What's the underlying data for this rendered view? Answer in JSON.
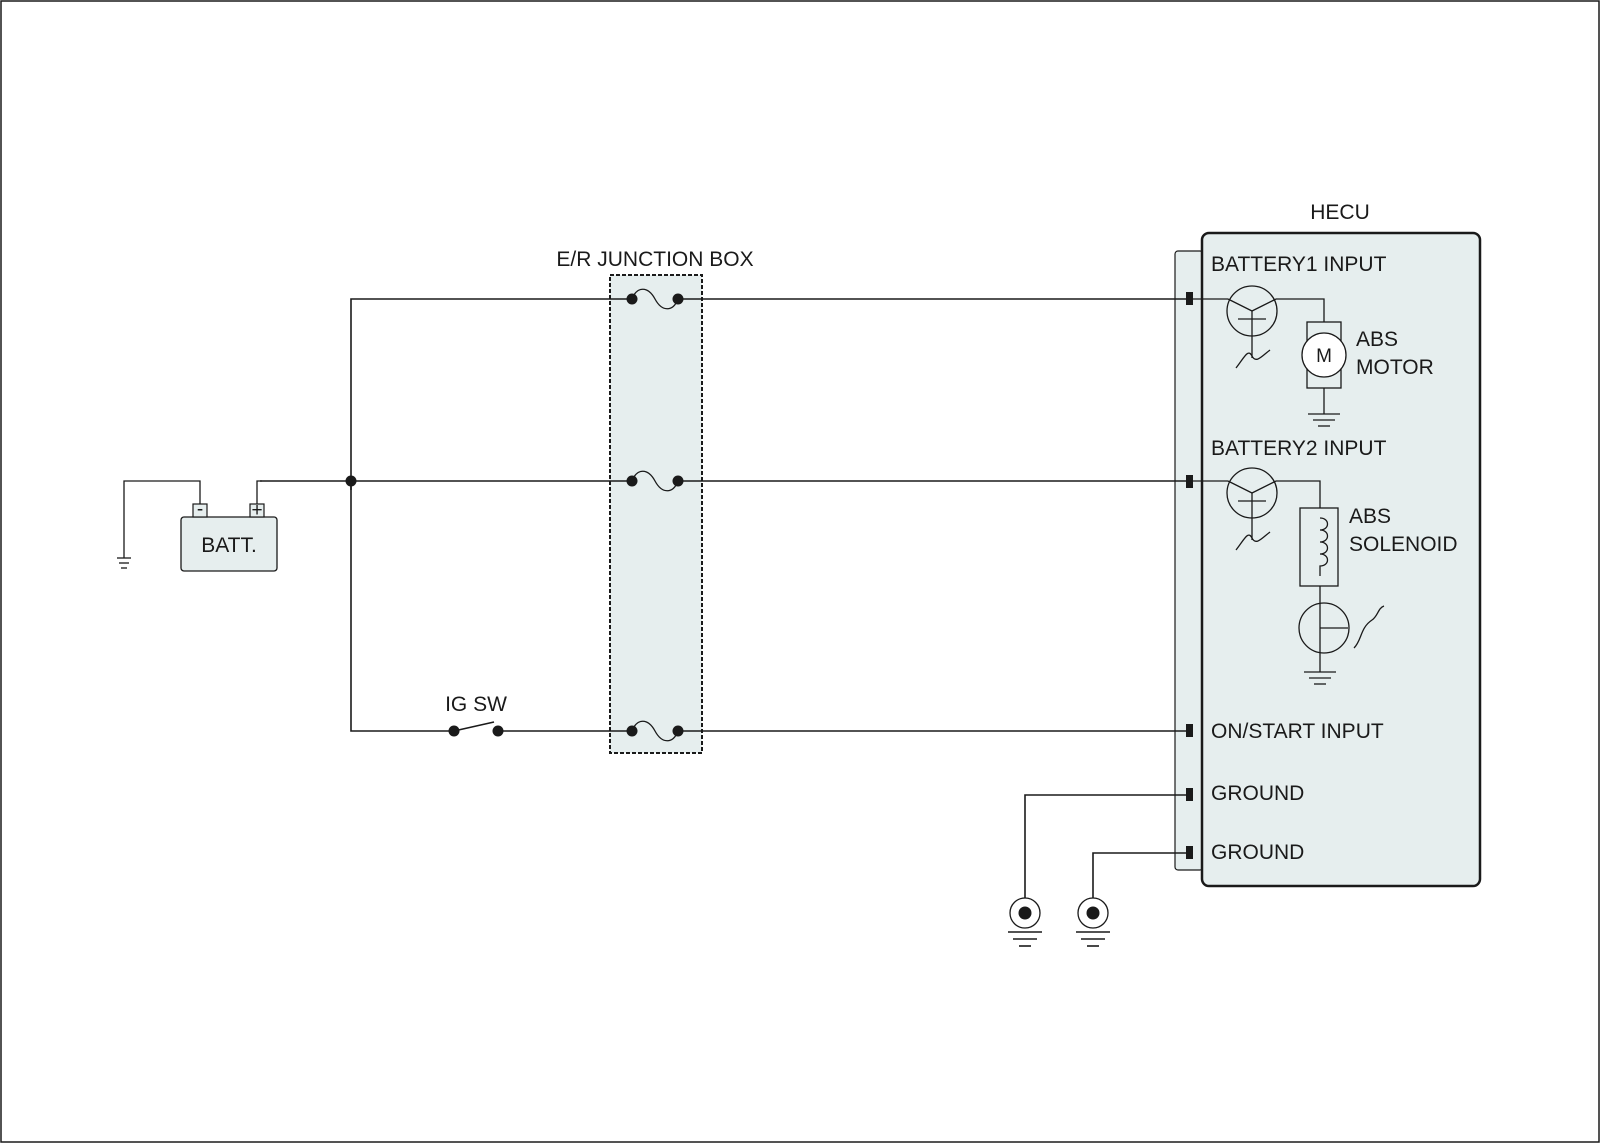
{
  "labels": {
    "hecu": "HECU",
    "junction_box": "E/R JUNCTION BOX",
    "battery": "BATT.",
    "battery_minus": "-",
    "battery_plus": "+",
    "ig_switch": "IG SW",
    "motor_letter": "M",
    "abs_motor_line1": "ABS",
    "abs_motor_line2": "MOTOR",
    "abs_solenoid_line1": "ABS",
    "abs_solenoid_line2": "SOLENOID"
  },
  "hecu_pins": {
    "battery1_input": "BATTERY1 INPUT",
    "battery2_input": "BATTERY2 INPUT",
    "on_start_input": "ON/START INPUT",
    "ground_1": "GROUND",
    "ground_2": "GROUND"
  },
  "colors": {
    "box_fill": "#e6eeee",
    "line": "#1a1a1a"
  }
}
